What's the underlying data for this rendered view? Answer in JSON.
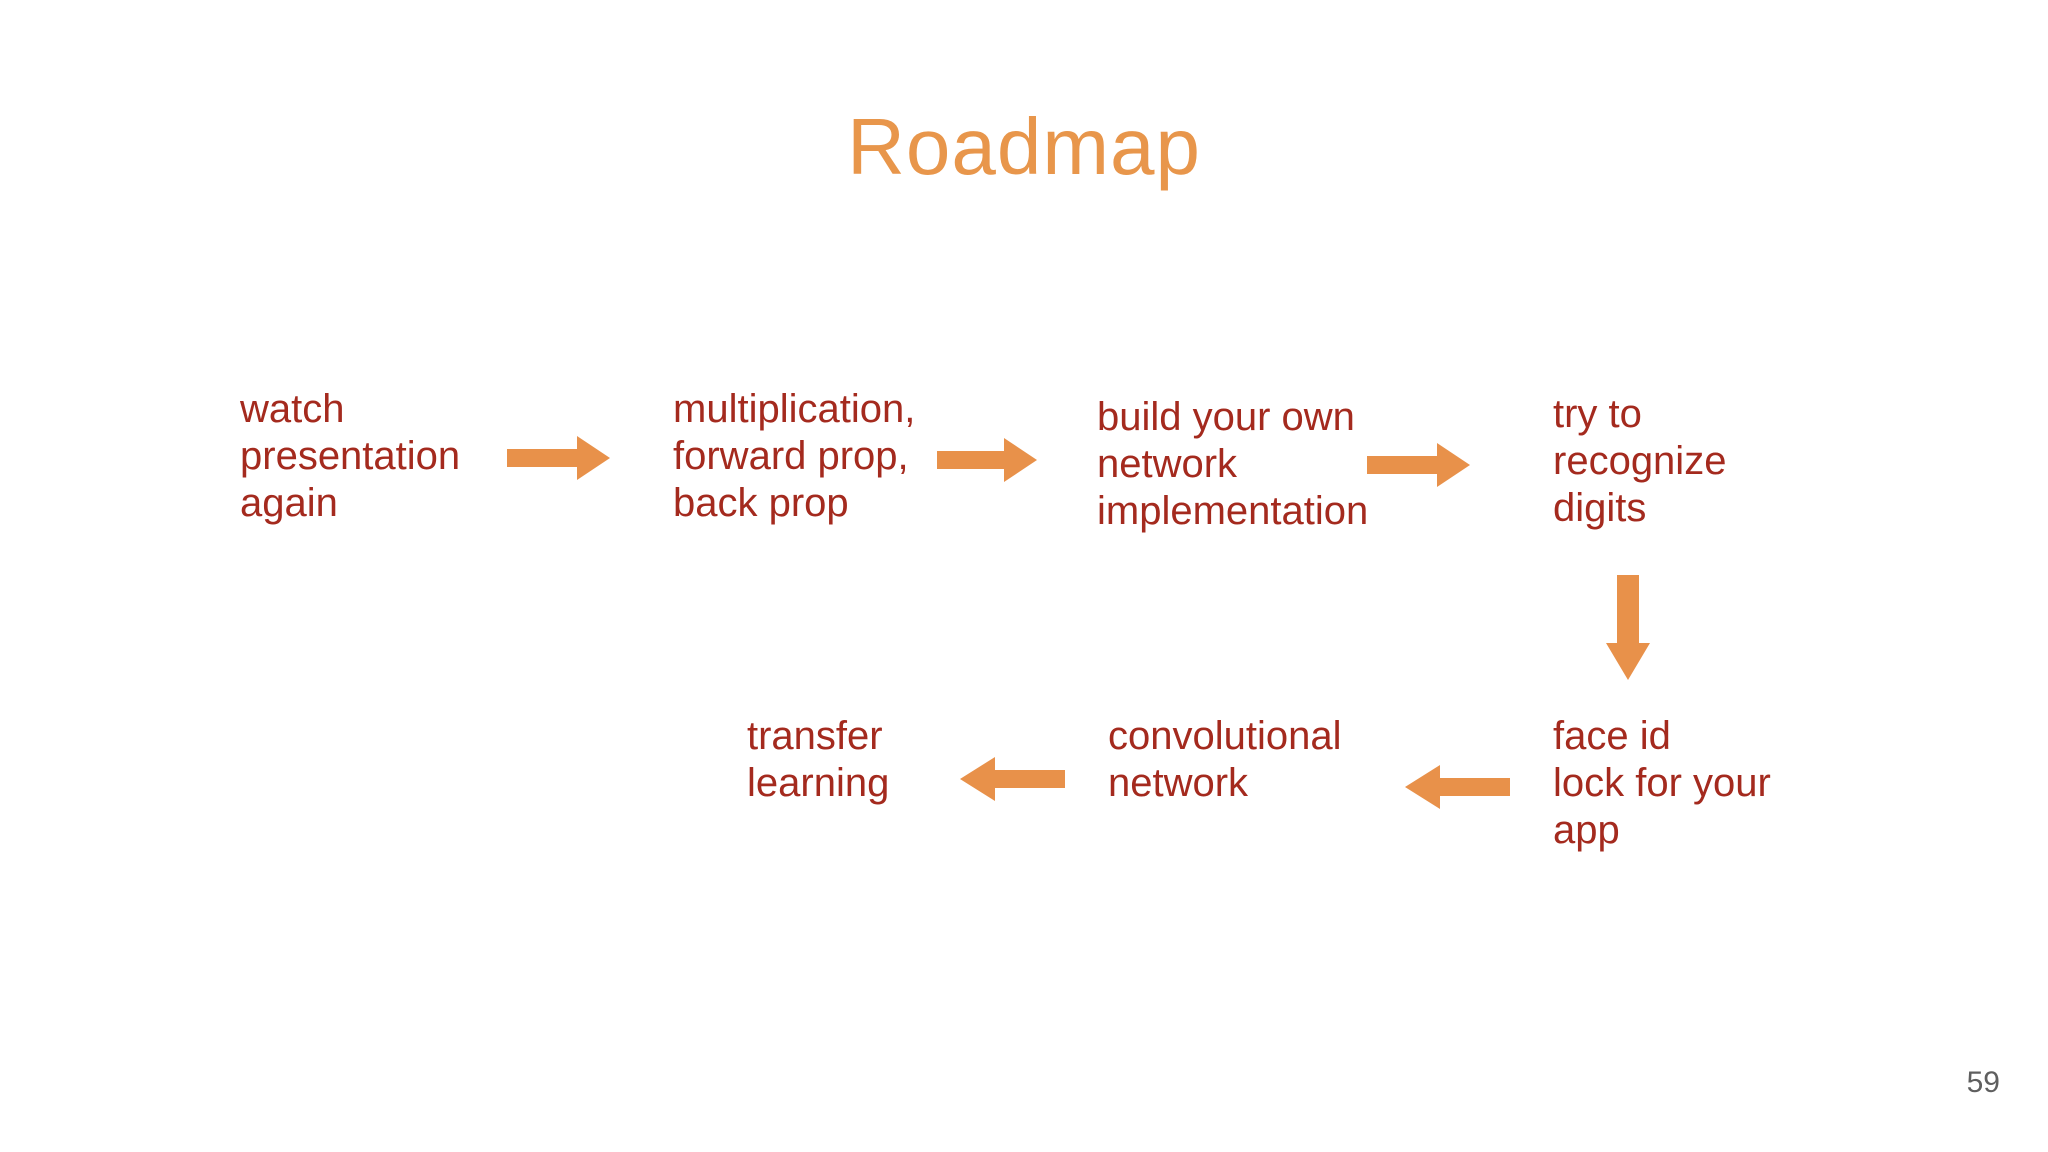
{
  "slide": {
    "title": "Roadmap",
    "page_number": "59",
    "colors": {
      "background": "#FFFFFF",
      "title": "#E8964B",
      "text": "#A42A1E",
      "arrow": "#E8914A",
      "page_number": "#5F5F5F"
    },
    "nodes": [
      {
        "id": "watch-presentation",
        "lines": [
          "watch",
          "presentation",
          "again"
        ]
      },
      {
        "id": "multiplication",
        "lines": [
          "multiplication,",
          "forward prop,",
          "back prop"
        ]
      },
      {
        "id": "build-network",
        "lines": [
          "build your own",
          "network",
          "implementation"
        ]
      },
      {
        "id": "recognize-digits",
        "lines": [
          "try to",
          "recognize",
          "digits"
        ]
      },
      {
        "id": "transfer-learning",
        "lines": [
          "transfer",
          "learning"
        ]
      },
      {
        "id": "convolutional-network",
        "lines": [
          "convolutional",
          "network"
        ]
      },
      {
        "id": "face-id-lock",
        "lines": [
          "face id",
          "lock for your",
          "app"
        ]
      }
    ],
    "arrows": [
      {
        "direction": "right"
      },
      {
        "direction": "right"
      },
      {
        "direction": "right"
      },
      {
        "direction": "down"
      },
      {
        "direction": "left"
      },
      {
        "direction": "left"
      }
    ]
  }
}
